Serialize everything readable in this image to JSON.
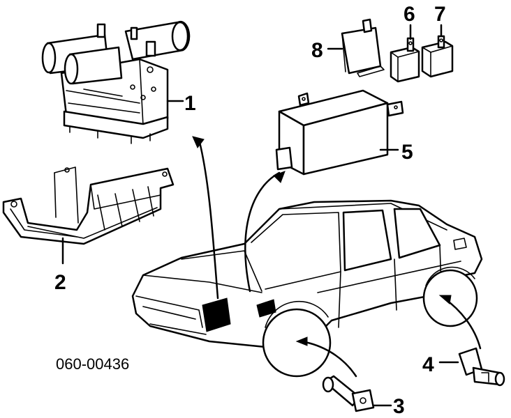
{
  "callouts": {
    "c1": "1",
    "c2": "2",
    "c3": "3",
    "c4": "4",
    "c5": "5",
    "c6": "6",
    "c7": "7",
    "c8": "8"
  },
  "diagram_code": "060-00436"
}
